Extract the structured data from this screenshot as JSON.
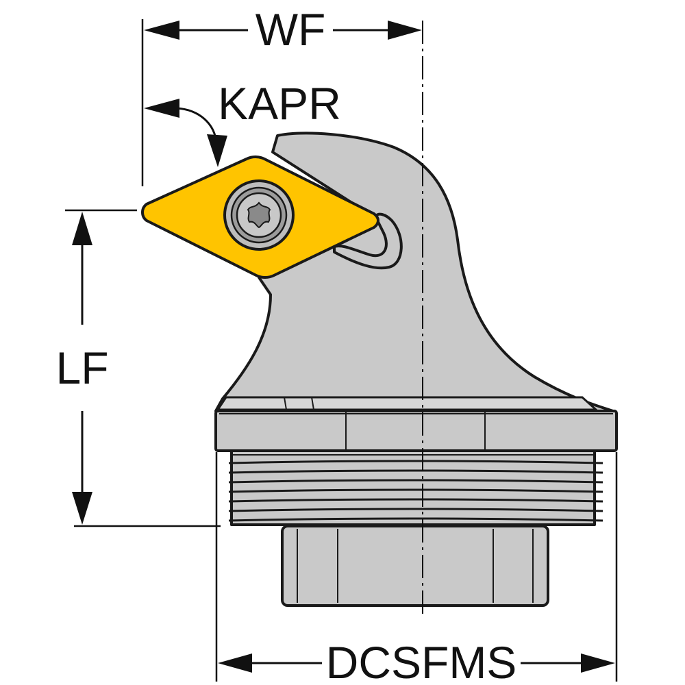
{
  "diagram": {
    "labels": {
      "wf": "WF",
      "kapr": "KAPR",
      "lf": "LF",
      "dcsfms": "DCSFMS"
    },
    "colors": {
      "insert": "#ffc400",
      "body": "#c9c9c9",
      "outline": "#1a1a1a"
    }
  }
}
